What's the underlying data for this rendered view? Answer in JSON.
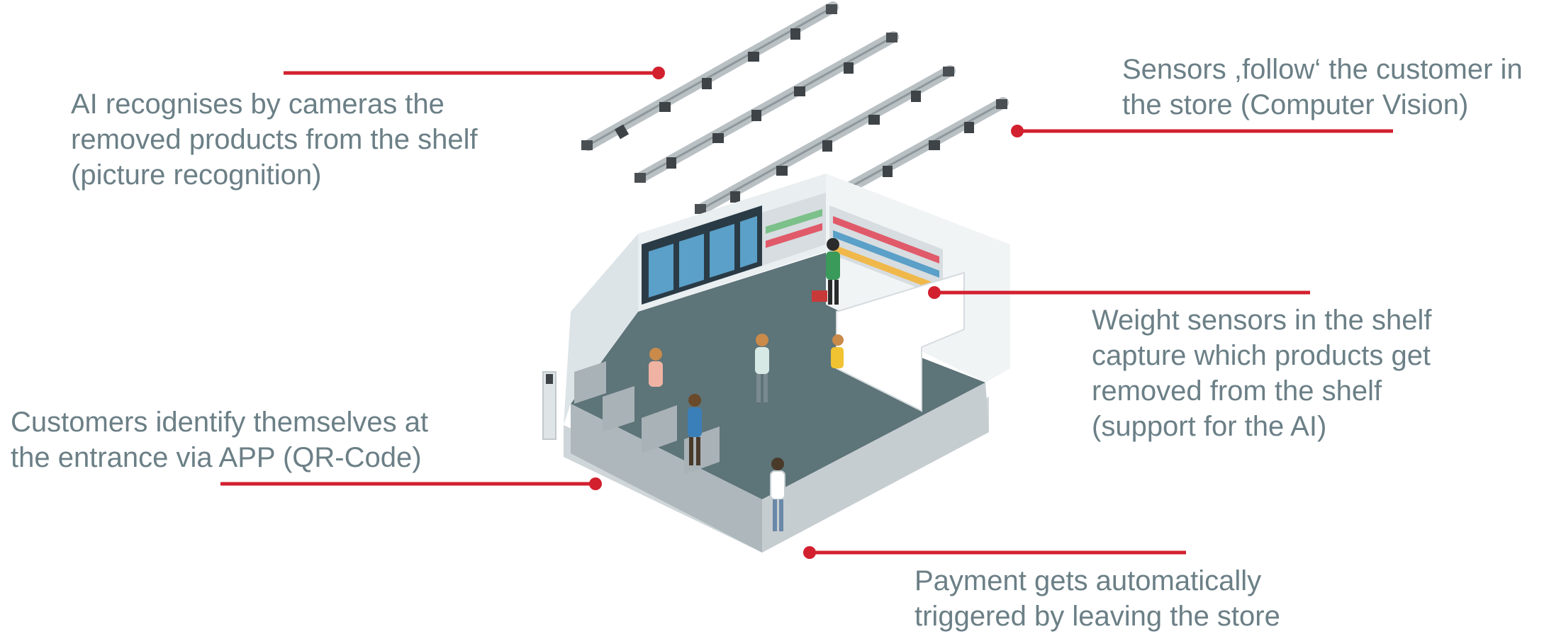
{
  "colors": {
    "leader_line": "#d2202f",
    "callout_text": "#6b7f86",
    "floor": "#5d7479",
    "wall": "#e9eef0",
    "rail": "#b9c0c4"
  },
  "callouts": {
    "ai_cameras": {
      "lines": [
        "AI recognises by cameras the",
        "removed products from the shelf",
        "(picture recognition)"
      ]
    },
    "sensors_follow": {
      "lines": [
        "Sensors ,follow‘ the customer in",
        "the store (Computer Vision)"
      ]
    },
    "weight_sensors": {
      "lines": [
        "Weight sensors in the shelf",
        "capture which products get",
        "removed from the shelf",
        "(support for the AI)"
      ]
    },
    "customers_identify": {
      "lines": [
        "Customers identify themselves at",
        "the entrance via APP (QR-Code)"
      ]
    },
    "payment": {
      "lines": [
        "Payment gets automatically",
        "triggered by leaving the store"
      ]
    }
  }
}
